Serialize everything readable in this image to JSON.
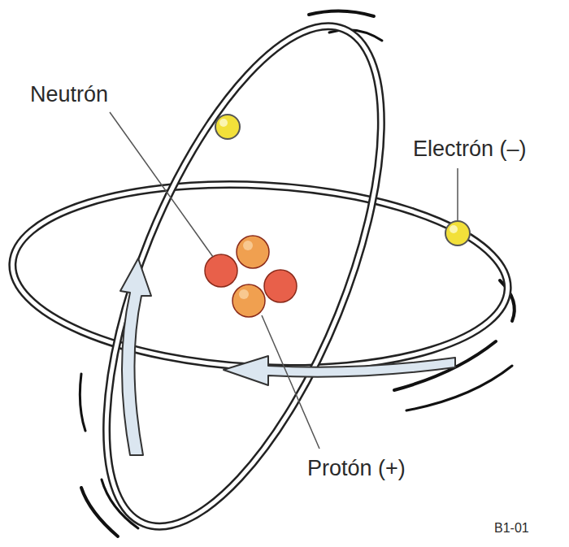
{
  "diagram": {
    "labels": [
      "Neutrón",
      "Electrón (–)",
      "Protón (+)",
      "B1-01"
    ]
  }
}
